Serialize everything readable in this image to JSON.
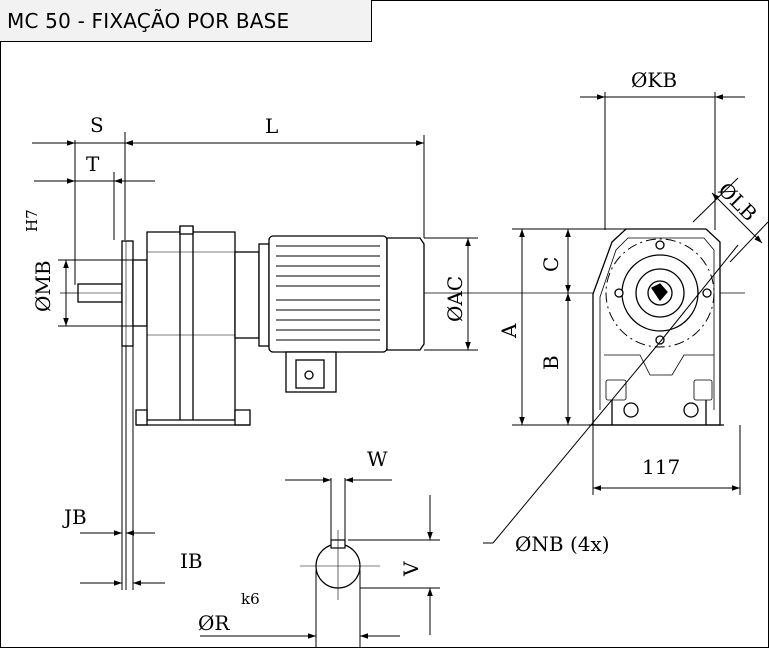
{
  "title": "MC 50 - FIXAÇÃO POR BASE",
  "labels": {
    "S": "S",
    "T": "T",
    "L": "L",
    "H7": "H7",
    "MB": "ØMB",
    "AC": "ØAC",
    "A": "A",
    "B": "B",
    "C": "C",
    "KB": "ØKB",
    "LB": "ØLB",
    "dim117": "117",
    "NB": "ØNB (4x)",
    "W": "W",
    "V": "V",
    "JB": "JB",
    "IB": "IB",
    "R": "ØR",
    "k6": "k6"
  }
}
